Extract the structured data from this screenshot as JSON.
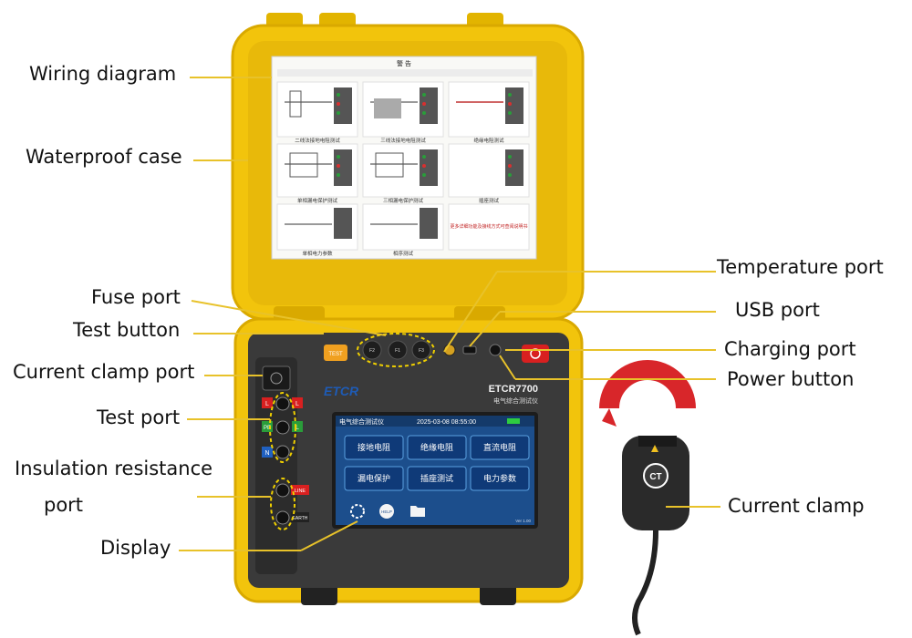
{
  "colors": {
    "case_yellow": "#f2c40c",
    "case_dark_yellow": "#d9a900",
    "panel_gray": "#3a3a3a",
    "screen_blue": "#1c4e8c",
    "leader_line": "#e8c22a",
    "callout_dashed": "#f0d000",
    "clamp_red": "#d8262a",
    "clamp_black": "#2a2a2a"
  },
  "labels": {
    "wiring_diagram": "Wiring diagram",
    "waterproof_case": "Waterproof case",
    "fuse_port": "Fuse port",
    "test_button": "Test button",
    "current_clamp_port": "Current clamp port",
    "test_port": "Test port",
    "insulation_resistance": "Insulation resistance",
    "port": "port",
    "display": "Display",
    "temperature_port": "Temperature port",
    "usb_port": "USB port",
    "charging_port": "Charging port",
    "power_button": "Power button",
    "current_clamp": "Current clamp"
  },
  "device": {
    "brand": "ETCR",
    "model": "ETCR7700",
    "model_subtitle": "电气综合测试仪",
    "test_button_label": "TEST",
    "fuse_labels": [
      "F2",
      "F1",
      "F3"
    ],
    "terminals": [
      "L",
      "L",
      "PE",
      "L",
      "N",
      "LINE",
      "EARTH"
    ],
    "clamp_badge": "CT"
  },
  "screen": {
    "title": "电气综合测试仪",
    "datetime": "2025-03-08 08:55:00",
    "tiles": [
      "接地电阻",
      "绝缘电阻",
      "直流电阻",
      "漏电保护",
      "插座测试",
      "电力参数"
    ],
    "help": "HELP",
    "version": "Ver 1.00"
  },
  "diagram_sheet": {
    "heading": "警 告",
    "captions": [
      "二线法接地电阻测试",
      "三线法接地电阻测试",
      "绝缘电阻测试",
      "单相漏电保护测试",
      "三相漏电保护测试",
      "插座测试",
      "单相电力参数",
      "相序测试",
      "更多详细功能及接线方式可查阅说明书"
    ]
  }
}
